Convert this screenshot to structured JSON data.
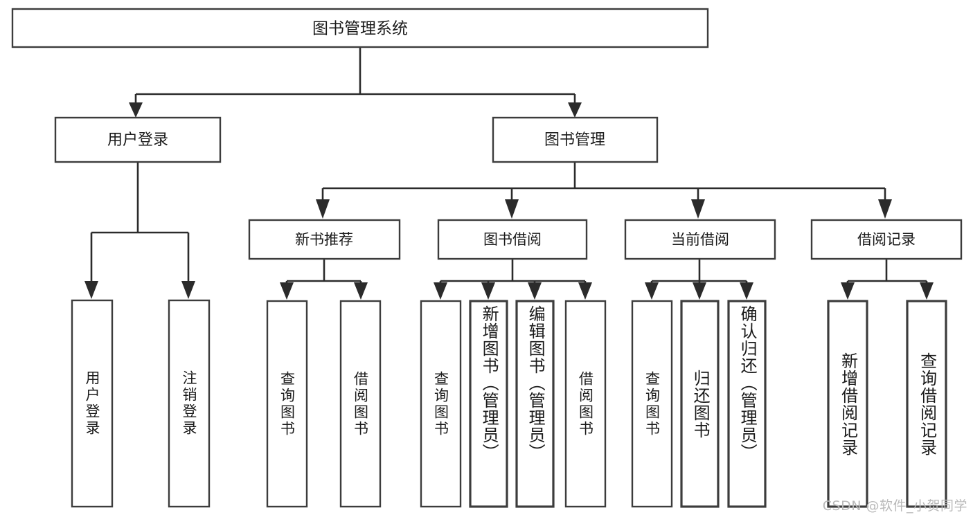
{
  "diagram": {
    "title": "图书管理系统",
    "type": "tree-hierarchy",
    "root": {
      "id": "root",
      "label": "图书管理系统",
      "level": 0
    },
    "level1": [
      {
        "id": "user-login",
        "label": "用户登录",
        "level": 1
      },
      {
        "id": "book-management",
        "label": "图书管理",
        "level": 1
      }
    ],
    "level2": [
      {
        "id": "new-book-recommend",
        "label": "新书推荐",
        "parent": "book-management"
      },
      {
        "id": "book-borrow",
        "label": "图书借阅",
        "parent": "book-management"
      },
      {
        "id": "current-borrow",
        "label": "当前借阅",
        "parent": "book-management"
      },
      {
        "id": "borrow-record",
        "label": "借阅记录",
        "parent": "book-management"
      }
    ],
    "leaves": [
      {
        "id": "leaf-user-login",
        "label": "用户登录",
        "parent": "user-login"
      },
      {
        "id": "leaf-logout",
        "label": "注销登录",
        "parent": "user-login"
      },
      {
        "id": "leaf-query-book-1",
        "label": "查询图书",
        "parent": "new-book-recommend"
      },
      {
        "id": "leaf-borrow-book-1",
        "label": "借阅图书",
        "parent": "new-book-recommend"
      },
      {
        "id": "leaf-query-book-2",
        "label": "查询图书",
        "parent": "book-borrow"
      },
      {
        "id": "leaf-add-book",
        "label": "新增图书（管理员）",
        "parent": "book-borrow"
      },
      {
        "id": "leaf-edit-book",
        "label": "编辑图书（管理员）",
        "parent": "book-borrow"
      },
      {
        "id": "leaf-borrow-book-2",
        "label": "借阅图书",
        "parent": "book-borrow"
      },
      {
        "id": "leaf-query-book-3",
        "label": "查询图书",
        "parent": "current-borrow"
      },
      {
        "id": "leaf-return-book",
        "label": "归还图书",
        "parent": "current-borrow"
      },
      {
        "id": "leaf-confirm-return",
        "label": "确认归还（管理员）",
        "parent": "current-borrow"
      },
      {
        "id": "leaf-add-record",
        "label": "新增借阅记录",
        "parent": "borrow-record"
      },
      {
        "id": "leaf-query-record",
        "label": "查询借阅记录",
        "parent": "borrow-record"
      }
    ],
    "colors": {
      "box_stroke": "#3c3c3c",
      "connector": "#2b2b2b",
      "text": "#1a1a1a",
      "background": "#ffffff",
      "watermark": "#b9b9b9"
    }
  },
  "watermark": {
    "text": "CSDN @软件_小贺同学"
  }
}
